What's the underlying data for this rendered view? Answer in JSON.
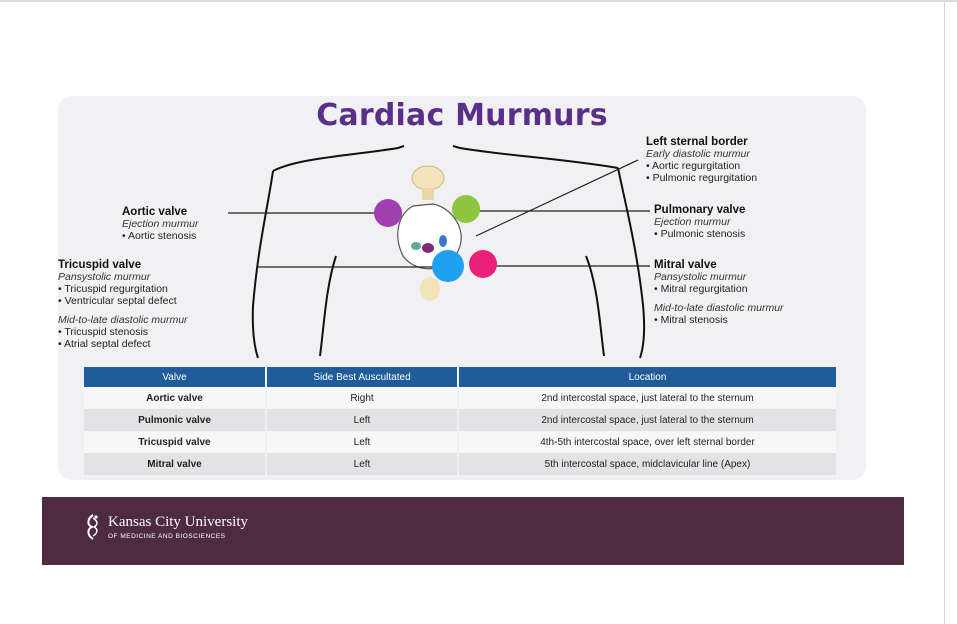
{
  "title": "Cardiac Murmurs",
  "labels": {
    "aortic": {
      "heading": "Aortic valve",
      "type": "Ejection murmur",
      "items": [
        "• Aortic stenosis"
      ]
    },
    "tricuspid": {
      "heading": "Tricuspid valve",
      "type": "Pansystolic murmur",
      "items": [
        "• Tricuspid regurgitation",
        "• Ventricular septal defect"
      ],
      "type2": "Mid-to-late diastolic murmur",
      "items2": [
        "• Tricuspid stenosis",
        "• Atrial septal defect"
      ]
    },
    "lsb": {
      "heading": "Left sternal border",
      "type": "Early diastolic murmur",
      "items": [
        "• Aortic regurgitation",
        "• Pulmonic regurgitation"
      ]
    },
    "pulmonary": {
      "heading": "Pulmonary valve",
      "type": "Ejection murmur",
      "items": [
        "• Pulmonic stenosis"
      ]
    },
    "mitral": {
      "heading": "Mitral valve",
      "type": "Pansystolic murmur",
      "items": [
        "• Mitral regurgitation"
      ],
      "type2": "Mid-to-late diastolic murmur",
      "items2": [
        "• Mitral stenosis"
      ]
    }
  },
  "colors": {
    "aortic": "#a23fb0",
    "pulmonary": "#8dc63f",
    "tricuspid": "#1ea1f0",
    "mitral": "#e8207a",
    "table_header": "#1f5c99",
    "footer": "#4e2b41"
  },
  "table": {
    "headers": [
      "Valve",
      "Side Best Auscultated",
      "Location"
    ],
    "rows": [
      [
        "Aortic valve",
        "Right",
        "2nd intercostal space, just lateral to the sternum"
      ],
      [
        "Pulmonic valve",
        "Left",
        "2nd intercostal space, just lateral to the sternum"
      ],
      [
        "Tricuspid valve",
        "Left",
        "4th-5th intercostal space, over left sternal border"
      ],
      [
        "Mitral valve",
        "Left",
        "5th intercostal space, midclavicular line (Apex)"
      ]
    ]
  },
  "footer": {
    "org": "Kansas City University",
    "org_sub": "OF MEDICINE AND BIOSCIENCES",
    "logo_icon": "kcu-logo-icon"
  }
}
